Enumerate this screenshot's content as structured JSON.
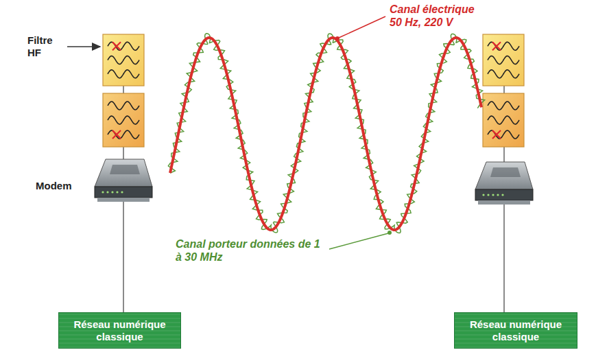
{
  "diagram": {
    "nodes": [
      {
        "text": [
          "Réseau numérique classique"
        ]
      },
      {
        "text": [
          "Réseau numérique classique"
        ]
      }
    ],
    "labels": [
      "Filtre HF",
      "Modem",
      "Canal électrique 50 Hz, 220 V",
      "Canal porteur données de 1 à 30 MHz"
    ]
  }
}
